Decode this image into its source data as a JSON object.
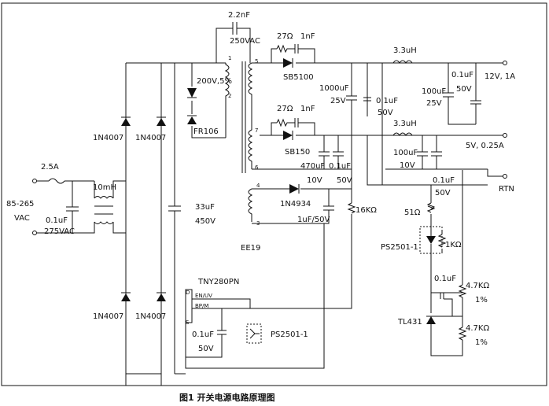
{
  "caption": "图1  开关电源电路原理图",
  "input": {
    "fuse": "2.5A",
    "voltage": "85-265",
    "unit": "VAC",
    "x_cap_value": "0.1uF",
    "x_cap_rating": "275VAC",
    "choke": "10mH"
  },
  "bridge": {
    "d1": "1N4007",
    "d2": "1N4007",
    "d3": "1N4007",
    "d4": "1N4007"
  },
  "bulk_cap": {
    "value": "33uF",
    "rating": "450V"
  },
  "clamp": {
    "zener": "200V,5%",
    "diode": "FR106",
    "cap_value": "2.2nF",
    "cap_rating": "250VAC"
  },
  "transformer": {
    "core": "EE19",
    "pins": [
      "1",
      "2",
      "5",
      "7",
      "6",
      "4",
      "3"
    ]
  },
  "out1": {
    "snub_r": "27Ω",
    "snub_c": "1nF",
    "diode": "SB5100",
    "c1_value": "1000uF",
    "c1_rating": "25V",
    "c2_value": "0.1uF",
    "c2_rating": "50V",
    "inductor": "3.3uH",
    "c3_value": "100uF",
    "c3_rating": "25V",
    "c4_value": "0.1uF",
    "c4_rating": "50V",
    "label": "12V, 1A"
  },
  "out2": {
    "snub_r": "27Ω",
    "snub_c": "1nF",
    "diode": "SB150",
    "c1_value": "470uF",
    "c1_rating": "10V",
    "c2_value": "0.1uF",
    "c2_rating": "50V",
    "inductor": "3.3uH",
    "c3_value": "100uF",
    "c3_rating": "10V",
    "c4_value": "0.1uF",
    "c4_rating": "50V",
    "label": "5V, 0.25A"
  },
  "rtn": "RTN",
  "bias": {
    "diode": "1N4934",
    "cap": "1uF/50V",
    "resistor": "16KΩ"
  },
  "controller": {
    "name": "TNY280PN",
    "pin_d": "D",
    "pin_en": "EN/UV",
    "pin_bp": "BP/M",
    "pin_s": "S",
    "bp_cap_value": "0.1uF",
    "bp_cap_rating": "50V"
  },
  "feedback": {
    "r_led": "51Ω",
    "opto": "PS2501-1",
    "r_bias": "1KΩ",
    "comp_cap": "0.1uF",
    "r_top": "4.7KΩ",
    "r_top_tol": "1%",
    "regulator": "TL431",
    "r_bot": "4.7KΩ",
    "r_bot_tol": "1%",
    "opto_tx": "PS2501-1"
  }
}
